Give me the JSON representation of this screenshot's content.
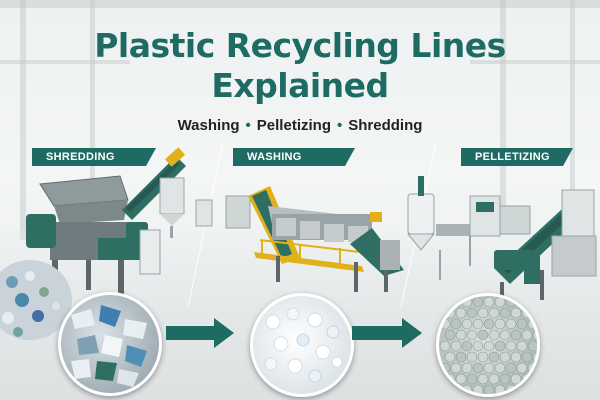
{
  "header": {
    "title_line1": "Plastic Recycling Lines",
    "title_line2": "Explained",
    "subtitle_items": [
      "Washing",
      "Pelletizing",
      "Shredding"
    ],
    "subtitle_separator": "•"
  },
  "stages": [
    {
      "label": "SHREDDING",
      "icon": "shredder-machine",
      "sample": "shredded-plastic-flakes"
    },
    {
      "label": "WASHING",
      "icon": "washing-line-machine",
      "sample": "clean-white-flakes"
    },
    {
      "label": "PELLETIZING",
      "icon": "pelletizer-machine",
      "sample": "plastic-pellets"
    }
  ],
  "colors": {
    "accent": "#1e6b63",
    "machine_green": "#2f6f63",
    "machine_yellow": "#e0b11a",
    "steel": "#9aa3a6",
    "text_dark": "#222222"
  }
}
